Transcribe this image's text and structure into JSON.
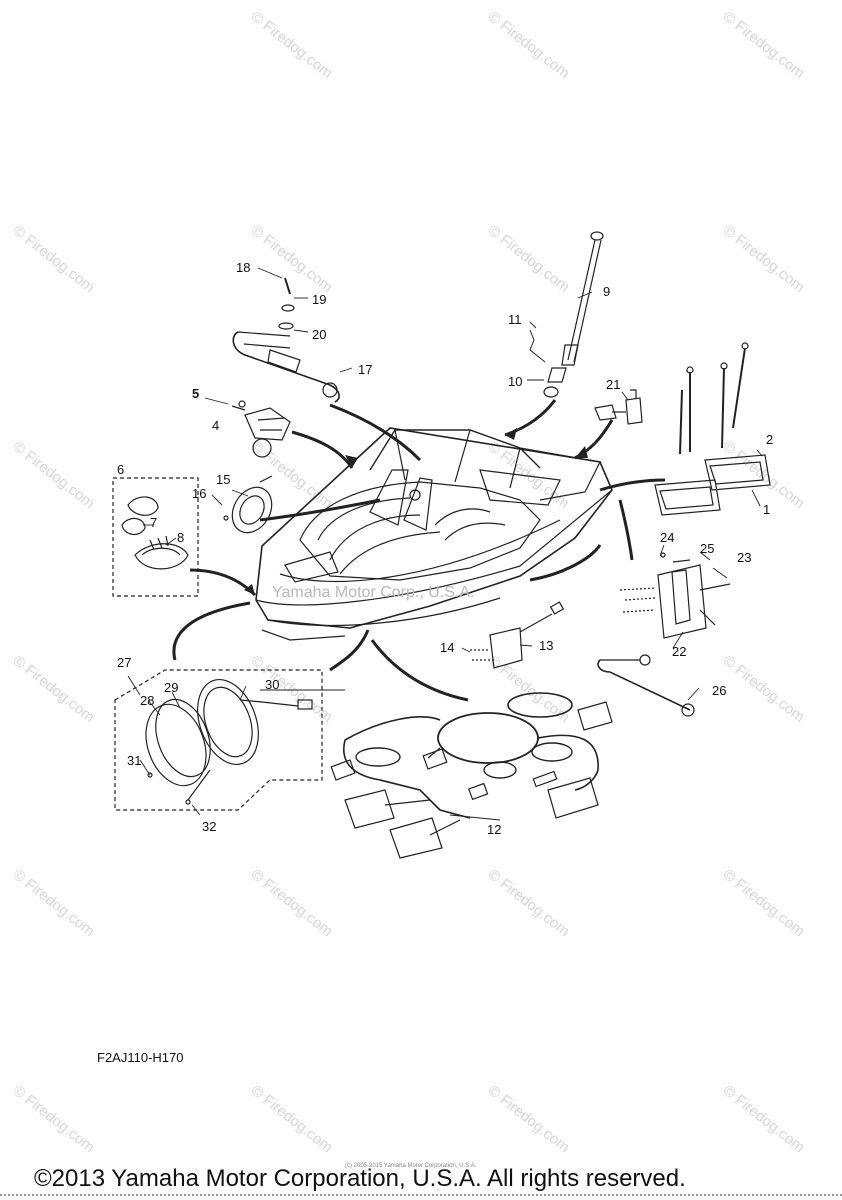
{
  "watermark": {
    "text": "© Firedog.com"
  },
  "diagram": {
    "code": "F2AJ110-H170",
    "boat_watermark": "Yamaha Motor Corp., U.S.A.",
    "callouts": [
      "1",
      "2",
      "4",
      "5",
      "6",
      "7",
      "8",
      "9",
      "10",
      "11",
      "12",
      "13",
      "14",
      "15",
      "16",
      "17",
      "18",
      "19",
      "20",
      "21",
      "22",
      "23",
      "24",
      "25",
      "26",
      "27",
      "28",
      "29",
      "30",
      "31",
      "32"
    ]
  },
  "footer": {
    "copyright": "©2013 Yamaha Motor Corporation, U.S.A. All rights reserved.",
    "small_copyright": "(c) 2005-2015 Yamaha Motor Corporation, U.S.A."
  }
}
